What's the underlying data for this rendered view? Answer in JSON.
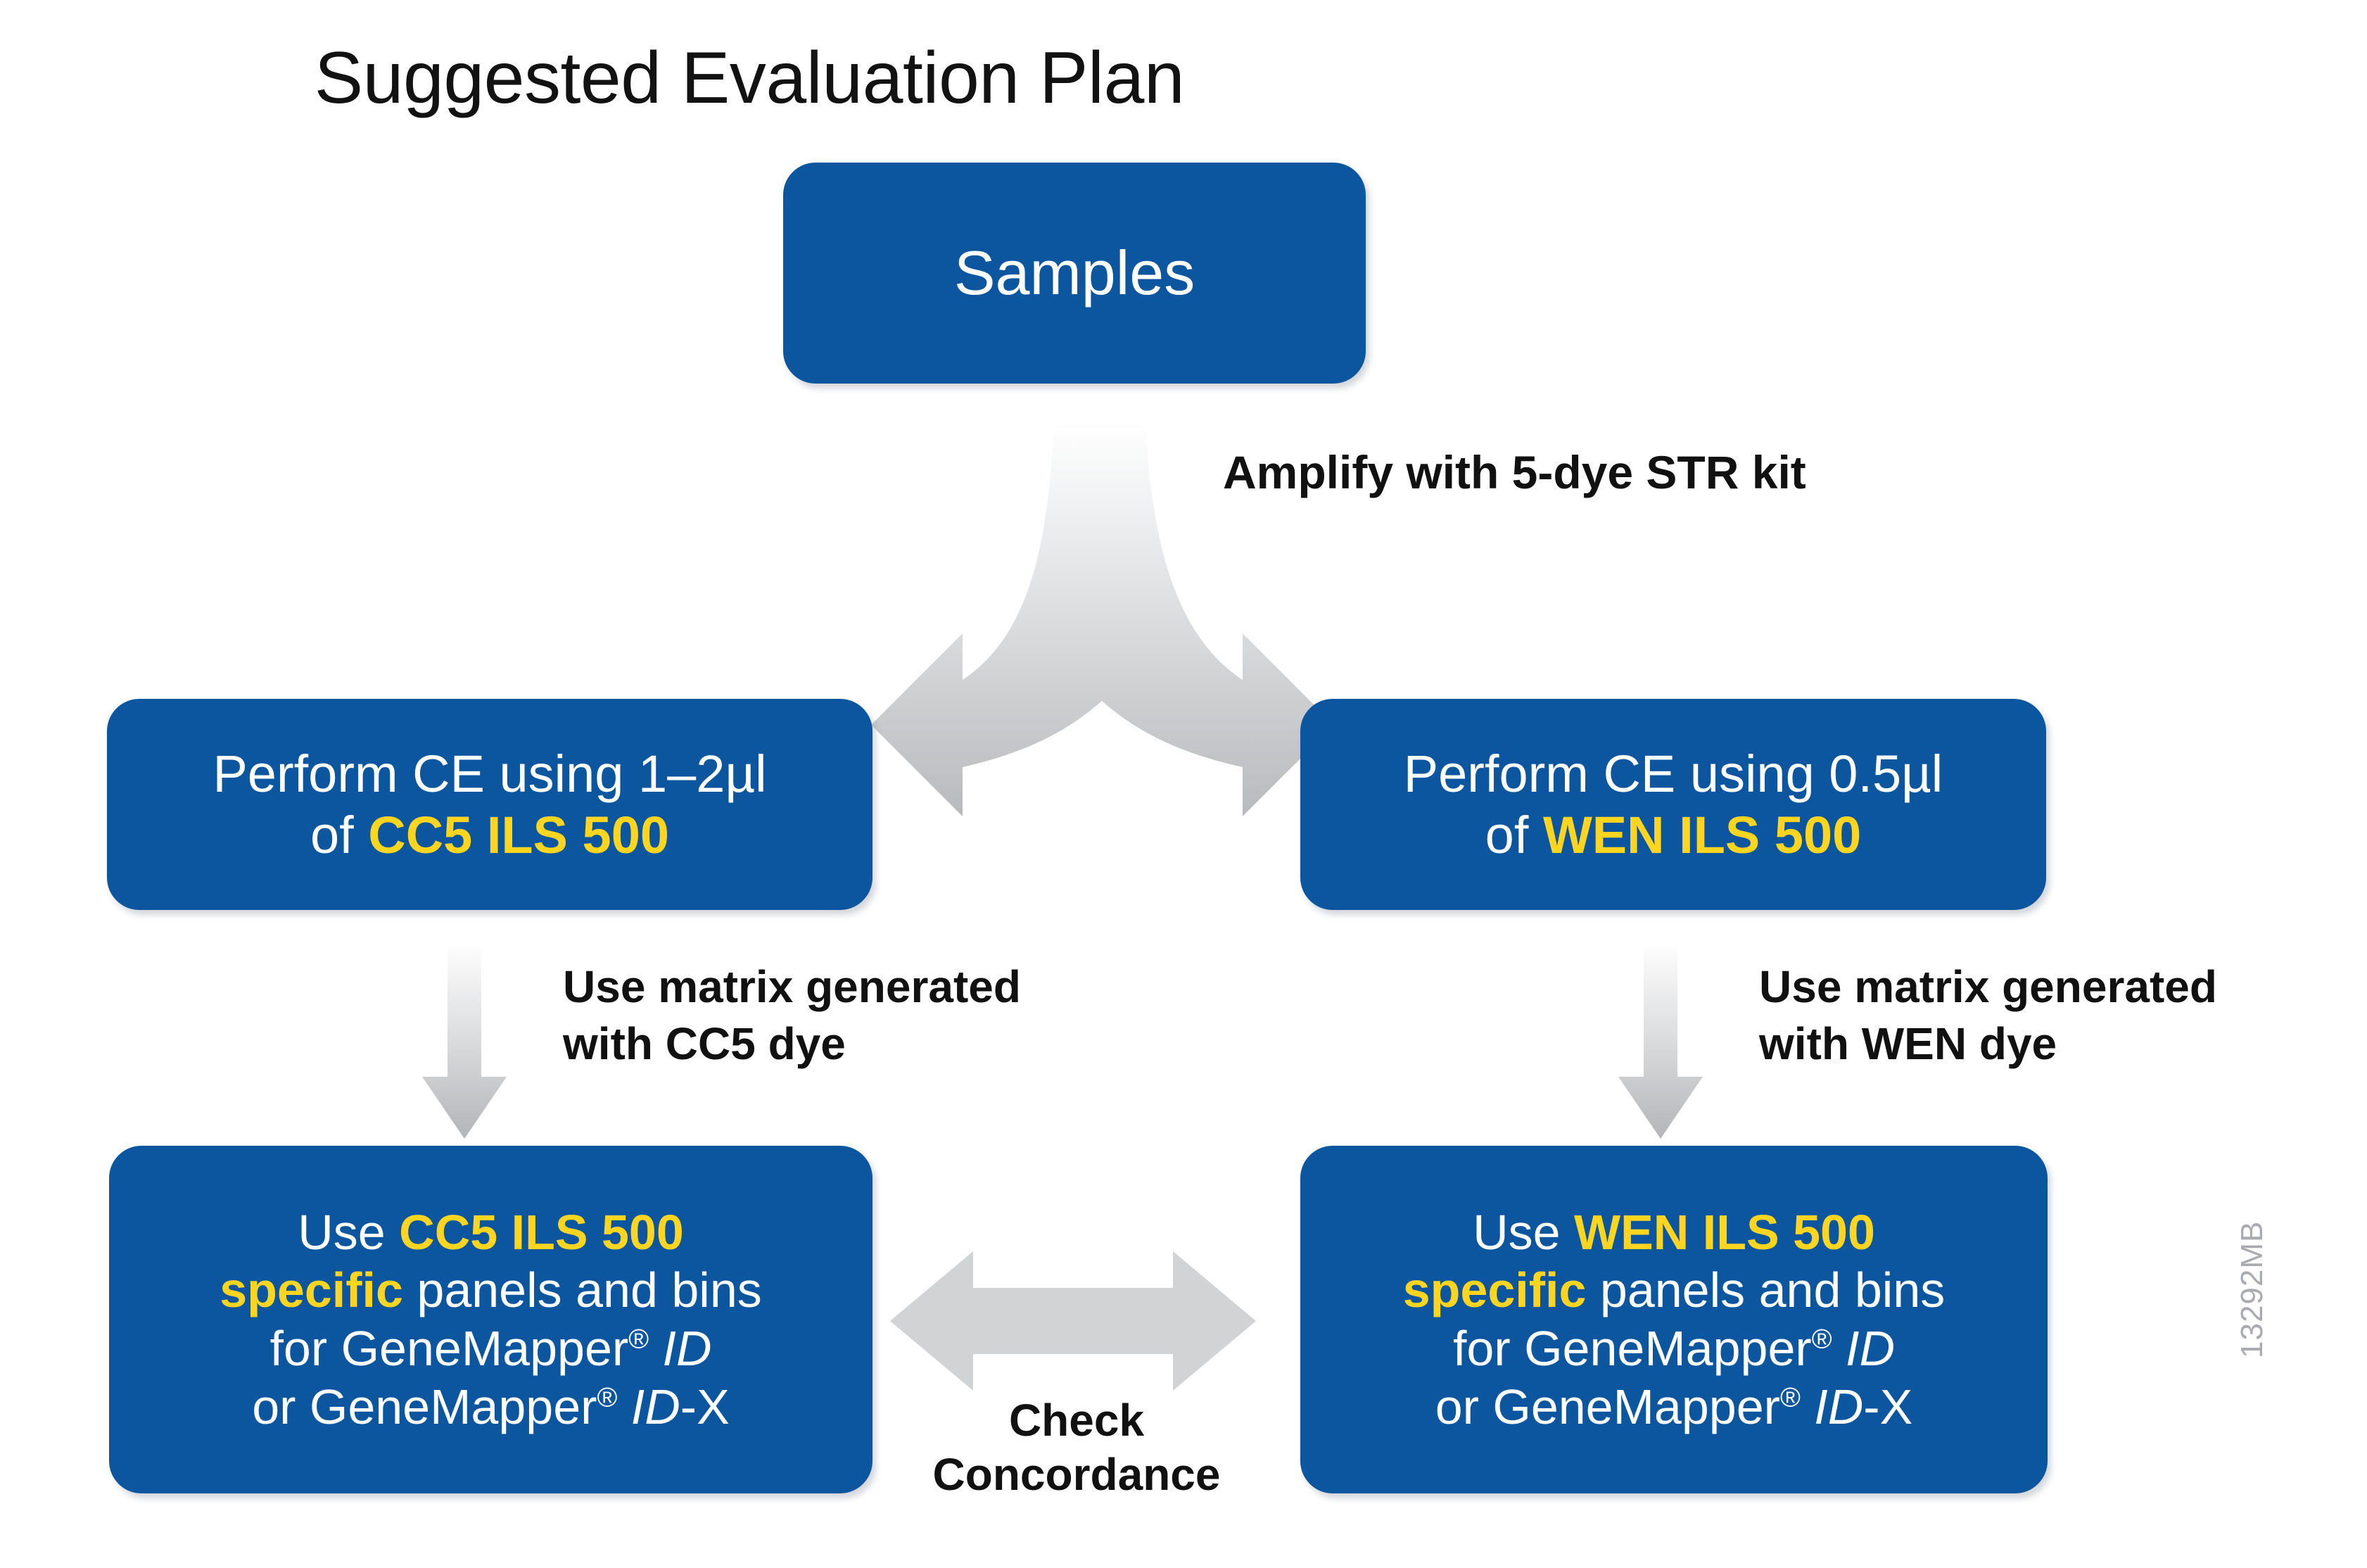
{
  "title": "Suggested Evaluation Plan",
  "colors": {
    "box_blue": "#0c56a0",
    "highlight_yellow": "#ffd520",
    "arrow_gray": "#d2d3d5",
    "text_white": "#ffffff",
    "text_black": "#121212",
    "code_gray": "#a9abb1"
  },
  "nodes": {
    "samples": {
      "label": "Samples"
    },
    "ce_left": {
      "line1": "Perform CE using 1–2µl",
      "line2_prefix": "of ",
      "line2_highlight": "CC5 ILS 500"
    },
    "ce_right": {
      "line1": "Perform CE using 0.5µl",
      "line2_prefix": "of ",
      "line2_highlight": "WEN ILS 500"
    },
    "panels_left": {
      "line1_prefix": "Use ",
      "line1_highlight": "CC5 ILS 500",
      "line2_highlight": "specific",
      "line2_suffix": " panels and bins",
      "line3": "for GeneMapper",
      "line3_mark": "®",
      "line3_italic": "ID",
      "line4": "or GeneMapper",
      "line4_mark": "®",
      "line4_italic": "ID",
      "line4_suffix": "-X"
    },
    "panels_right": {
      "line1_prefix": "Use ",
      "line1_highlight": "WEN ILS 500",
      "line2_highlight": "specific",
      "line2_suffix": " panels and bins",
      "line3": "for GeneMapper",
      "line3_mark": "®",
      "line3_italic": "ID",
      "line4": "or GeneMapper",
      "line4_mark": "®",
      "line4_italic": "ID",
      "line4_suffix": "-X"
    }
  },
  "edges": {
    "amplify": "Amplify with 5-dye STR kit",
    "matrix_left": "Use matrix generated\nwith CC5 dye",
    "matrix_right": "Use matrix generated\nwith WEN dye",
    "concordance": "Check\nConcordance"
  },
  "footer": {
    "doc_code": "13292MB"
  }
}
